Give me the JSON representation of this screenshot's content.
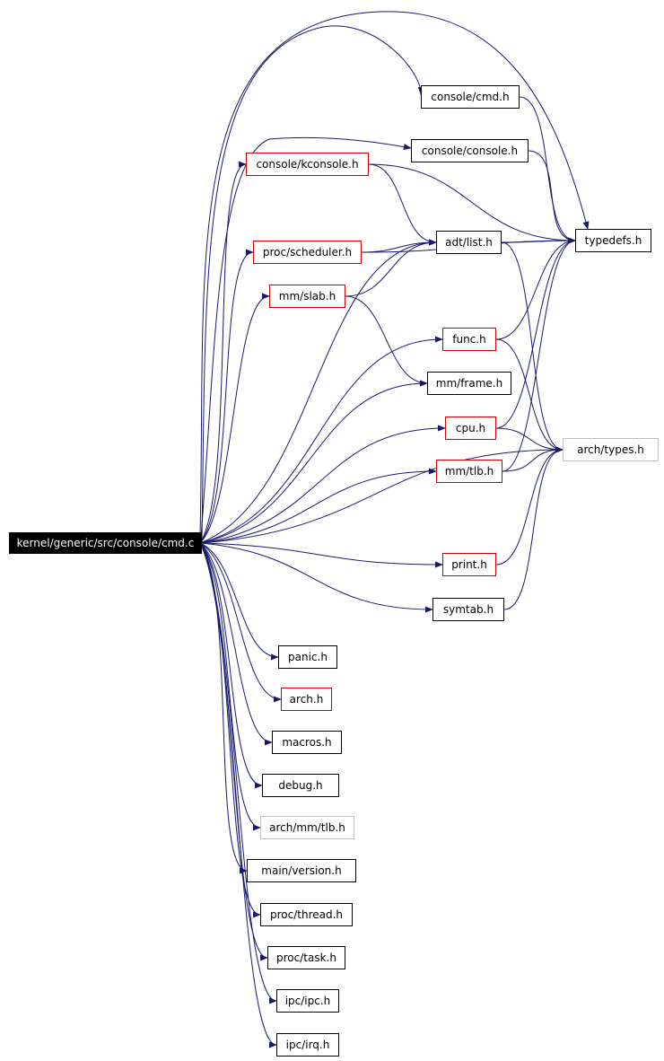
{
  "colors": {
    "edge": "#191970",
    "box_normal": "#000000",
    "box_red": "#cc0000",
    "box_gray": "#bfbfbf",
    "root_bg": "#000000",
    "root_text": "#ffffff"
  },
  "nodes": {
    "root": {
      "label": "kernel/generic/src/console/cmd.c",
      "style": "root"
    },
    "console_cmd": {
      "label": "console/cmd.h",
      "style": "normal"
    },
    "console_console": {
      "label": "console/console.h",
      "style": "normal"
    },
    "console_kconsole": {
      "label": "console/kconsole.h",
      "style": "red"
    },
    "adt_list": {
      "label": "adt/list.h",
      "style": "normal"
    },
    "typedefs": {
      "label": "typedefs.h",
      "style": "normal"
    },
    "proc_scheduler": {
      "label": "proc/scheduler.h",
      "style": "red"
    },
    "mm_slab": {
      "label": "mm/slab.h",
      "style": "red"
    },
    "func": {
      "label": "func.h",
      "style": "red"
    },
    "mm_frame": {
      "label": "mm/frame.h",
      "style": "normal"
    },
    "cpu": {
      "label": "cpu.h",
      "style": "red"
    },
    "arch_types": {
      "label": "arch/types.h",
      "style": "gray"
    },
    "mm_tlb": {
      "label": "mm/tlb.h",
      "style": "red"
    },
    "print": {
      "label": "print.h",
      "style": "red"
    },
    "symtab": {
      "label": "symtab.h",
      "style": "normal"
    },
    "panic": {
      "label": "panic.h",
      "style": "normal"
    },
    "arch": {
      "label": "arch.h",
      "style": "red"
    },
    "macros": {
      "label": "macros.h",
      "style": "normal"
    },
    "debug": {
      "label": "debug.h",
      "style": "normal"
    },
    "arch_mm_tlb": {
      "label": "arch/mm/tlb.h",
      "style": "gray"
    },
    "main_version": {
      "label": "main/version.h",
      "style": "normal"
    },
    "proc_thread": {
      "label": "proc/thread.h",
      "style": "normal"
    },
    "proc_task": {
      "label": "proc/task.h",
      "style": "normal"
    },
    "ipc_ipc": {
      "label": "ipc/ipc.h",
      "style": "normal"
    },
    "ipc_irq": {
      "label": "ipc/irq.h",
      "style": "normal"
    }
  },
  "edges": [
    [
      "root",
      "console_cmd"
    ],
    [
      "root",
      "console_console"
    ],
    [
      "root",
      "console_kconsole"
    ],
    [
      "root",
      "adt_list"
    ],
    [
      "root",
      "proc_scheduler"
    ],
    [
      "root",
      "mm_slab"
    ],
    [
      "root",
      "func"
    ],
    [
      "root",
      "mm_frame"
    ],
    [
      "root",
      "cpu"
    ],
    [
      "root",
      "mm_tlb"
    ],
    [
      "root",
      "arch_types"
    ],
    [
      "root",
      "typedefs"
    ],
    [
      "root",
      "print"
    ],
    [
      "root",
      "symtab"
    ],
    [
      "root",
      "panic"
    ],
    [
      "root",
      "arch"
    ],
    [
      "root",
      "macros"
    ],
    [
      "root",
      "debug"
    ],
    [
      "root",
      "arch_mm_tlb"
    ],
    [
      "root",
      "main_version"
    ],
    [
      "root",
      "proc_thread"
    ],
    [
      "root",
      "proc_task"
    ],
    [
      "root",
      "ipc_ipc"
    ],
    [
      "root",
      "ipc_irq"
    ],
    [
      "console_cmd",
      "typedefs"
    ],
    [
      "console_console",
      "typedefs"
    ],
    [
      "console_kconsole",
      "adt_list"
    ],
    [
      "console_kconsole",
      "typedefs"
    ],
    [
      "proc_scheduler",
      "adt_list"
    ],
    [
      "proc_scheduler",
      "typedefs"
    ],
    [
      "mm_slab",
      "adt_list"
    ],
    [
      "mm_slab",
      "mm_frame"
    ],
    [
      "adt_list",
      "typedefs"
    ],
    [
      "adt_list",
      "arch_types"
    ],
    [
      "func",
      "typedefs"
    ],
    [
      "func",
      "arch_types"
    ],
    [
      "cpu",
      "typedefs"
    ],
    [
      "cpu",
      "arch_types"
    ],
    [
      "mm_tlb",
      "typedefs"
    ],
    [
      "mm_tlb",
      "arch_types"
    ],
    [
      "print",
      "arch_types"
    ],
    [
      "symtab",
      "arch_types"
    ]
  ]
}
